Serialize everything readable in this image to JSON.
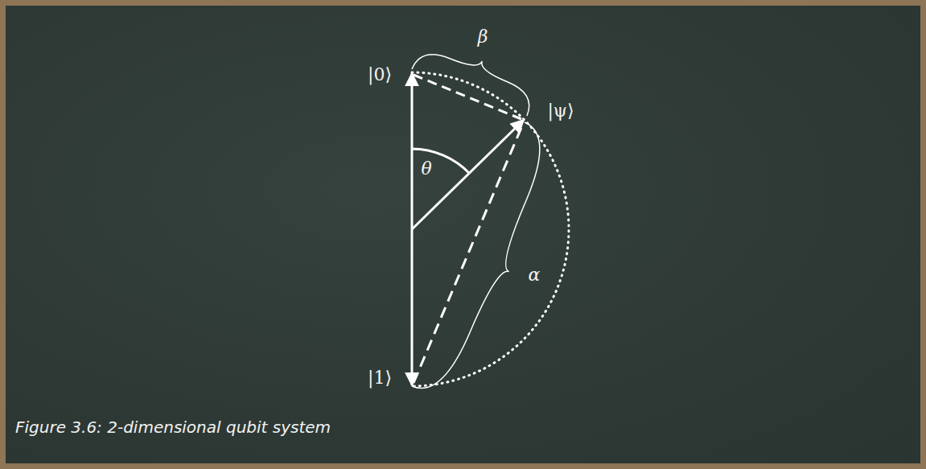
{
  "diagram": {
    "caption": "Figure 3.6: 2-dimensional qubit system",
    "labels": [
      "|0⟩",
      "|1⟩",
      "|ψ⟩",
      "θ",
      "β",
      "α"
    ]
  }
}
